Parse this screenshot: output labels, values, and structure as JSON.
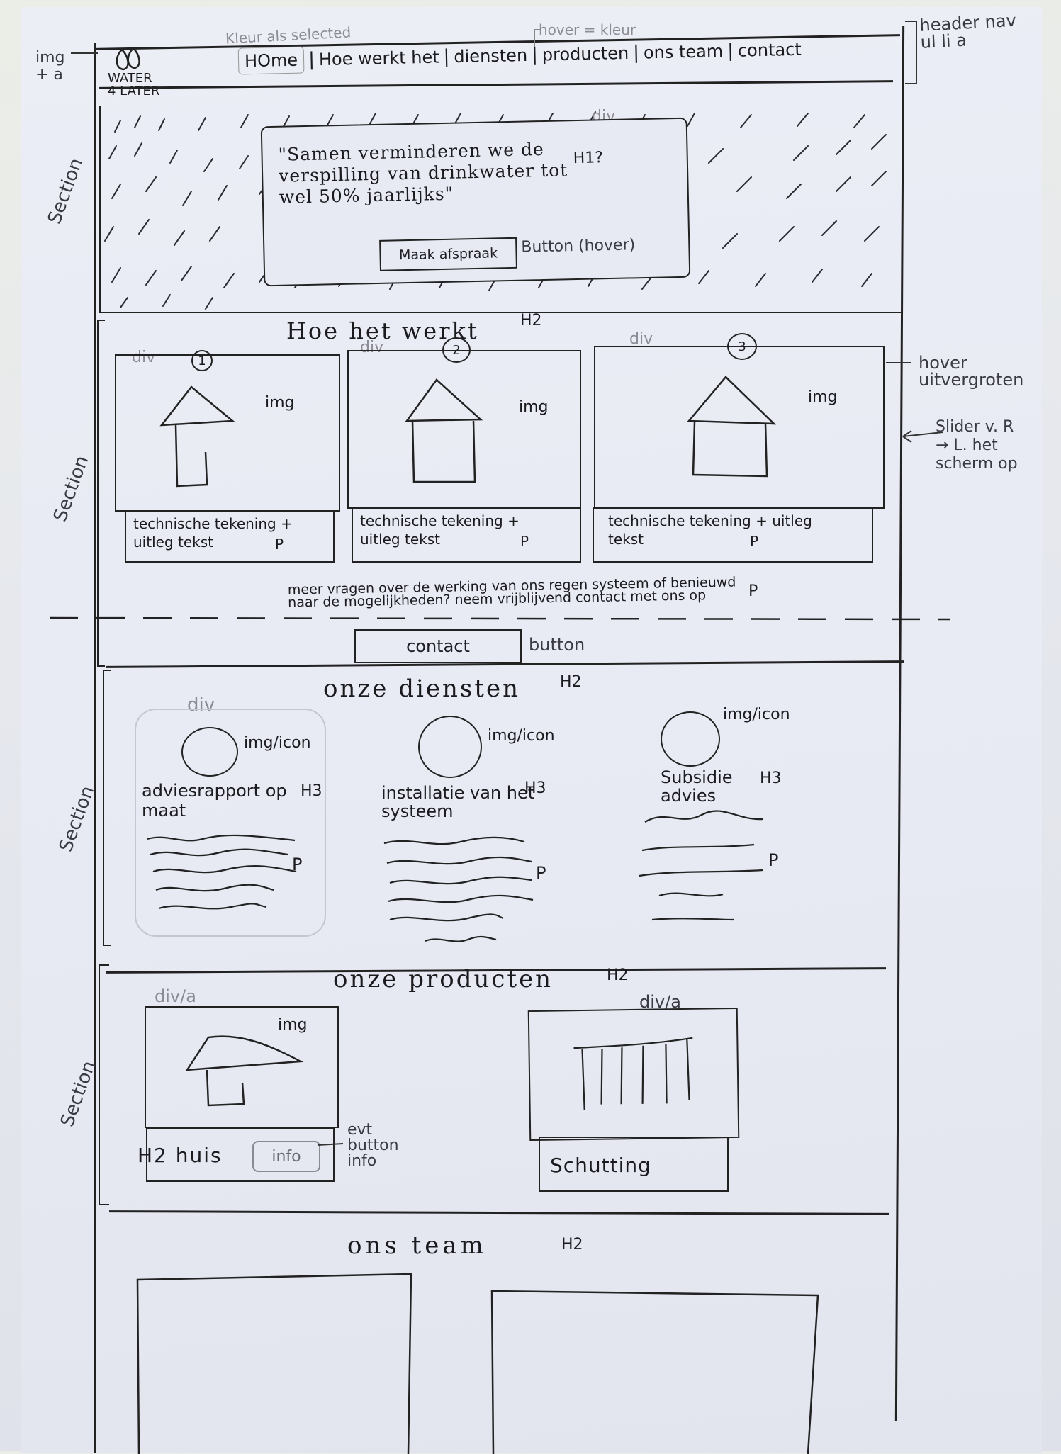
{
  "annotations": {
    "left_img_a": "img + a",
    "kleur_selected": "Kleur als selected",
    "hover_kleur": "hover = kleur",
    "header_nav": "header nav ul li a",
    "div_hero": "div",
    "h1_q": "H1?",
    "button_hover": "Button (hover)",
    "h2_how": "H2",
    "div_labels": [
      "div",
      "div",
      "div"
    ],
    "steps": [
      "1",
      "2",
      "3"
    ],
    "img": "img",
    "hover_uitvergroten": "hover uitvergroten",
    "slider_note": "Slider v. R → L. het scherm op",
    "p": "P",
    "button_word": "button",
    "h2_diensten": "H2",
    "div_dienst": "div",
    "img_icon": "img/icon",
    "h3": "H3",
    "h2_producten": "H2",
    "div_a": "div/a",
    "evt_button_info": "evt button info",
    "h2_team": "H2",
    "section": "Section"
  },
  "header": {
    "logo_line1": "WATER",
    "logo_line2": "4 LATER",
    "nav": [
      "HOme",
      "Hoe werkt het",
      "diensten",
      "producten",
      "ons team",
      "contact"
    ]
  },
  "hero": {
    "quote": "\"Samen verminderen we de verspilling van drinkwater tot wel 50% jaarlijks\"",
    "cta": "Maak afspraak"
  },
  "how": {
    "title": "Hoe het werkt",
    "cards": [
      {
        "caption": "technische tekening + uitleg tekst"
      },
      {
        "caption": "technische tekening + uitleg tekst"
      },
      {
        "caption": "technische tekening + uitleg tekst"
      }
    ],
    "question": "meer vragen over de werking van ons regen systeem of benieuwd naar de mogelijkheden? neem vrijblijvend contact met ons op",
    "contact_btn": "contact"
  },
  "services": {
    "title": "onze diensten",
    "items": [
      {
        "title": "adviesrapport op maat"
      },
      {
        "title": "installatie van het systeem"
      },
      {
        "title": "Subsidie advies"
      }
    ]
  },
  "products": {
    "title": "onze producten",
    "items": [
      {
        "label": "H2 huis",
        "info": "info"
      },
      {
        "label": "Schutting"
      }
    ]
  },
  "team": {
    "title": "ons team"
  }
}
